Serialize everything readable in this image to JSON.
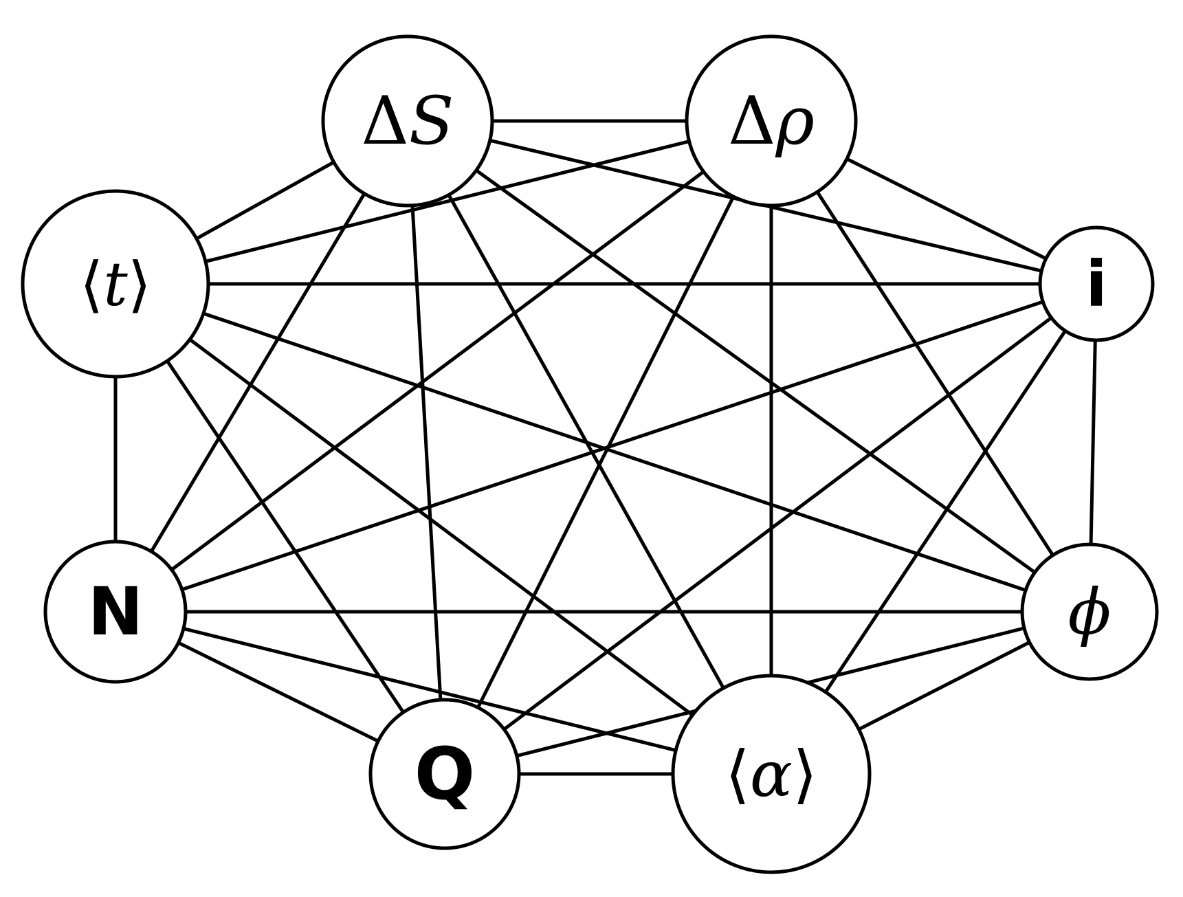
{
  "diagram": {
    "type": "complete-graph",
    "nodes": [
      {
        "id": "dS",
        "open": "",
        "symbol": "S",
        "prefix": "Δ",
        "close": "",
        "font": "serif",
        "name": "node-delta-s"
      },
      {
        "id": "drho",
        "open": "",
        "symbol": "ρ",
        "prefix": "Δ",
        "close": "",
        "font": "serif",
        "name": "node-delta-rho"
      },
      {
        "id": "t",
        "open": "⟨",
        "symbol": "t",
        "prefix": "",
        "close": "⟩",
        "font": "serif",
        "name": "node-mean-t"
      },
      {
        "id": "i",
        "open": "",
        "symbol": "i",
        "prefix": "",
        "close": "",
        "font": "sans",
        "name": "node-i"
      },
      {
        "id": "N",
        "open": "",
        "symbol": "N",
        "prefix": "",
        "close": "",
        "font": "sans",
        "name": "node-n"
      },
      {
        "id": "phi",
        "open": "",
        "symbol": "ϕ",
        "prefix": "",
        "close": "",
        "font": "serif",
        "name": "node-phi"
      },
      {
        "id": "Q",
        "open": "",
        "symbol": "Q",
        "prefix": "",
        "close": "",
        "font": "sans",
        "name": "node-q"
      },
      {
        "id": "alpha",
        "open": "⟨",
        "symbol": "α",
        "prefix": "",
        "close": "⟩",
        "font": "serif",
        "name": "node-mean-alpha"
      }
    ],
    "edges": [
      [
        "dS",
        "drho"
      ],
      [
        "dS",
        "t"
      ],
      [
        "dS",
        "i"
      ],
      [
        "dS",
        "N"
      ],
      [
        "dS",
        "phi"
      ],
      [
        "dS",
        "Q"
      ],
      [
        "dS",
        "alpha"
      ],
      [
        "drho",
        "t"
      ],
      [
        "drho",
        "i"
      ],
      [
        "drho",
        "N"
      ],
      [
        "drho",
        "phi"
      ],
      [
        "drho",
        "Q"
      ],
      [
        "drho",
        "alpha"
      ],
      [
        "t",
        "i"
      ],
      [
        "t",
        "N"
      ],
      [
        "t",
        "phi"
      ],
      [
        "t",
        "Q"
      ],
      [
        "t",
        "alpha"
      ],
      [
        "i",
        "N"
      ],
      [
        "i",
        "phi"
      ],
      [
        "i",
        "Q"
      ],
      [
        "i",
        "alpha"
      ],
      [
        "N",
        "phi"
      ],
      [
        "N",
        "Q"
      ],
      [
        "N",
        "alpha"
      ],
      [
        "phi",
        "Q"
      ],
      [
        "phi",
        "alpha"
      ],
      [
        "Q",
        "alpha"
      ]
    ]
  }
}
